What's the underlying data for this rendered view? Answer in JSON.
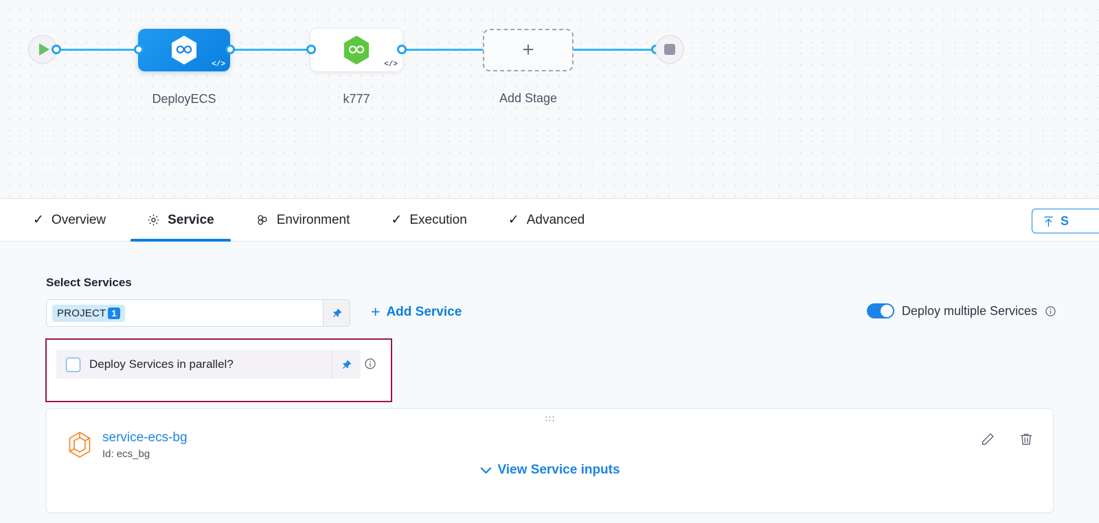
{
  "pipeline": {
    "start_icon": "play-icon",
    "end_icon": "stop-icon",
    "stages": [
      {
        "label": "DeployECS",
        "icon": "harness-hexagon-icon",
        "badge": "</>",
        "selected": true
      },
      {
        "label": "k777",
        "icon": "harness-hexagon-icon",
        "badge": "</>",
        "selected": false
      }
    ],
    "add_stage": {
      "label": "Add Stage",
      "glyph": "+"
    }
  },
  "tabs": [
    {
      "label": "Overview",
      "icon": "check-icon",
      "glyph": "✓",
      "active": false
    },
    {
      "label": "Service",
      "icon": "gear-icon",
      "glyph": "",
      "active": true
    },
    {
      "label": "Environment",
      "icon": "infrastructure-icon",
      "glyph": "",
      "active": false
    },
    {
      "label": "Execution",
      "icon": "check-icon",
      "glyph": "✓",
      "active": false
    },
    {
      "label": "Advanced",
      "icon": "check-icon",
      "glyph": "✓",
      "active": false
    }
  ],
  "toolbar": {
    "save_label": "S",
    "save_icon": "upload-arrow-icon"
  },
  "service_section": {
    "select_services_label": "Select Services",
    "selector_chip": {
      "text": "PROJECT",
      "count": "1"
    },
    "pin_icon": "pin-icon",
    "add_service_label": "Add Service",
    "add_service_glyph": "+",
    "deploy_multiple": {
      "label": "Deploy multiple Services",
      "info_icon": "info-icon",
      "enabled": true
    },
    "parallel": {
      "label": "Deploy Services in parallel?",
      "checked": false,
      "pin_icon": "pin-icon",
      "info_icon": "info-icon",
      "highlight_color": "#9c1744"
    },
    "service_card": {
      "drag_handle_icon": "drag-dots-icon",
      "service_icon": "service-hexagon-icon",
      "name": "service-ecs-bg",
      "id_label": "Id: ecs_bg",
      "view_inputs_label": "View Service inputs",
      "view_inputs_chevron": "⌄",
      "edit_icon": "pencil-icon",
      "delete_icon": "trash-icon"
    }
  },
  "colors": {
    "accent_blue": "#1b84e7",
    "edge_blue": "#33b5f5",
    "harness_green": "#5fc63f",
    "highlight_magenta": "#9c1744",
    "service_orange": "#f58220"
  }
}
